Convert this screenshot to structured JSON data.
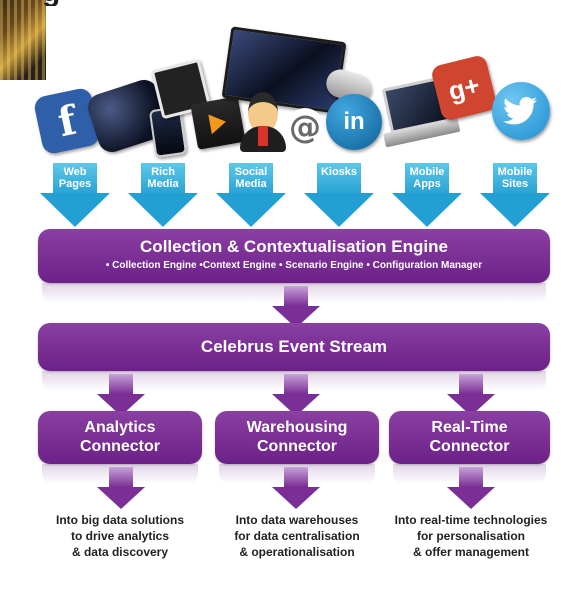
{
  "heading_fragment": "g",
  "icons": {
    "facebook": "f",
    "at": "@",
    "linkedin": "in",
    "google_plus": "g+"
  },
  "sources": [
    "Web\nPages",
    "Rich\nMedia",
    "Social\nMedia",
    "Kiosks",
    "Mobile\nApps",
    "Mobile\nSites"
  ],
  "engine": {
    "title": "Collection & Contextualisation Engine",
    "subtitle": "• Collection Engine  •Context Engine  • Scenario Engine  • Configuration Manager"
  },
  "event_stream": {
    "title": "Celebrus Event Stream"
  },
  "connectors": [
    {
      "title": "Analytics\nConnector",
      "description": "Into big data solutions\nto drive analytics\n& data discovery"
    },
    {
      "title": "Warehousing\nConnector",
      "description": "Into data warehouses\nfor data centralisation\n& operationalisation"
    },
    {
      "title": "Real-Time\nConnector",
      "description": "Into real-time technologies\nfor personalisation\n& offer management"
    }
  ],
  "colors": {
    "purple": "#7a2e96",
    "cyan": "#2aa3d6",
    "facebook": "#2f5fa8",
    "linkedin": "#1c7bb6",
    "google": "#d0452f",
    "twitter": "#33a4e0"
  }
}
